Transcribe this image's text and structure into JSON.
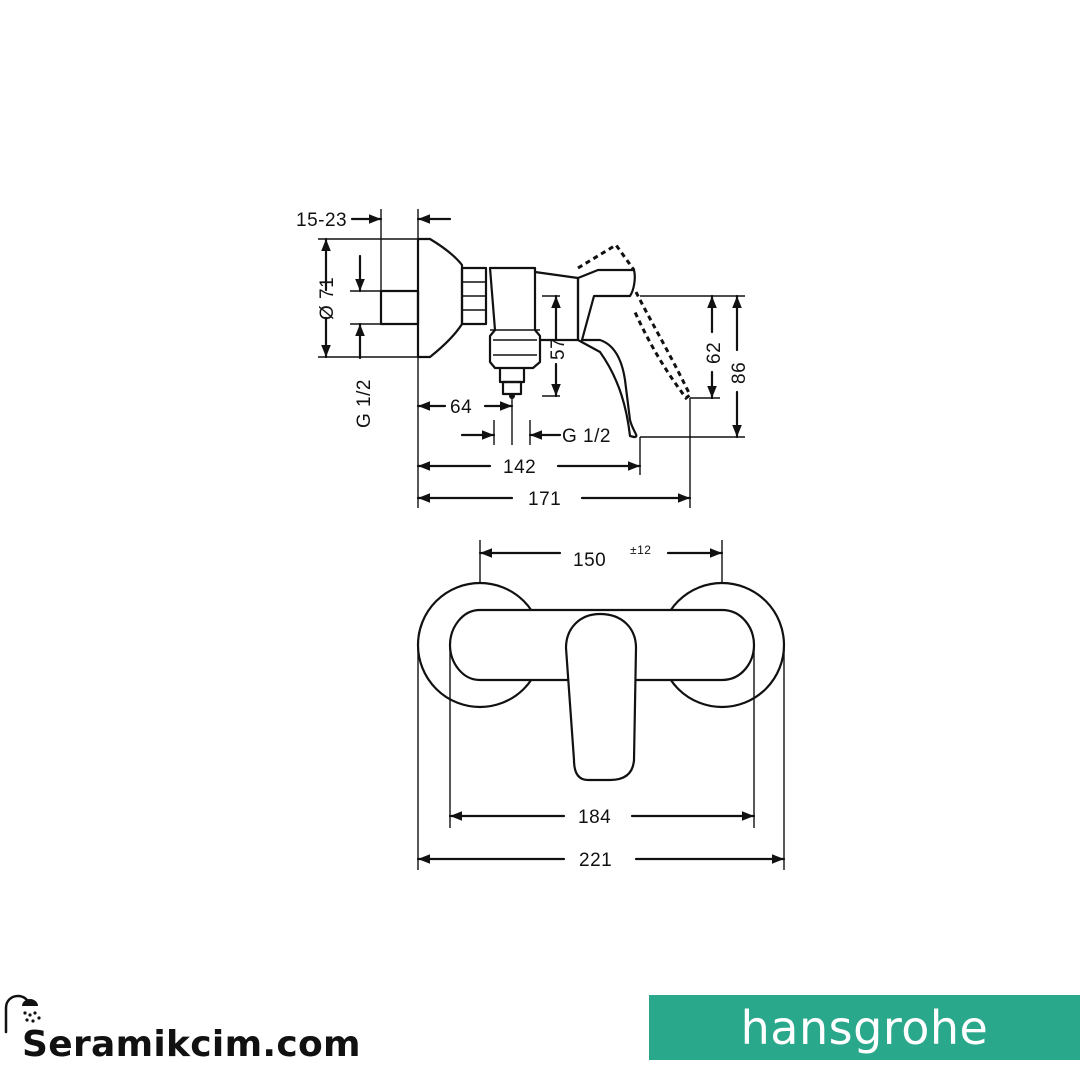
{
  "dimensions": {
    "wall_depth": "15-23",
    "rosette_diameter": "Ø 71",
    "inlet_thread": "G 1/2",
    "outlet_thread": "G 1/2",
    "outlet_offset": "64",
    "lever_height": "57",
    "outlet_height": "62",
    "total_height": "86",
    "depth_body": "142",
    "depth_total": "171",
    "center_distance": "150",
    "center_tolerance": "±12",
    "width_body": "184",
    "width_total": "221"
  },
  "footer": {
    "site_name": "Seramikcim.com",
    "brand_name": "hansgrohe",
    "brand_color": "#2aa88b"
  },
  "icons": [
    "shower-head-icon"
  ]
}
